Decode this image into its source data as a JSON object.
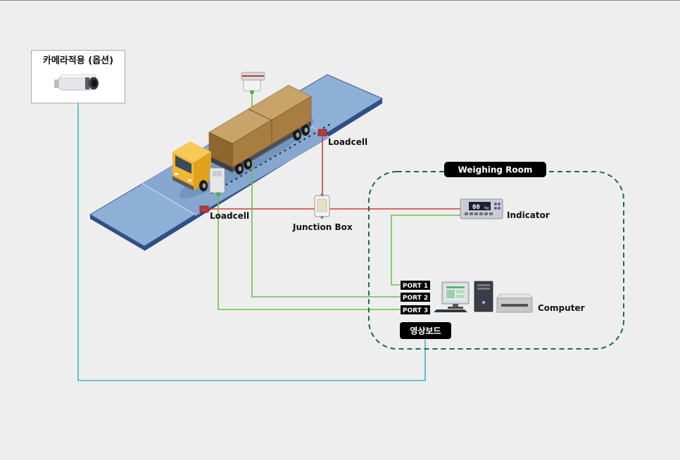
{
  "camera": {
    "label": "카메라적용 (옵션)",
    "icon": "cctv-camera-icon"
  },
  "loadcells": [
    {
      "label": "Loadcell"
    },
    {
      "label": "Loadcell"
    }
  ],
  "junction_box": {
    "label": "Junction Box"
  },
  "weighing_room": {
    "label": "Weighing Room"
  },
  "indicator": {
    "label": "Indicator",
    "display": "00",
    "unit": "kg"
  },
  "ports": [
    {
      "label": "PORT 1"
    },
    {
      "label": "PORT 2"
    },
    {
      "label": "PORT 3"
    }
  ],
  "computer": {
    "label": "Computer"
  },
  "video_board": {
    "label": "영상보드"
  },
  "colors": {
    "camera_link": "#3bb6c6",
    "signal_link": "#6cc24a",
    "loadcell_link": "#d43a3a",
    "room_border": "#1d6b4a",
    "platform": "#8fb0d6",
    "platform_edge": "#2f4f86",
    "label_bg": "#000000"
  }
}
